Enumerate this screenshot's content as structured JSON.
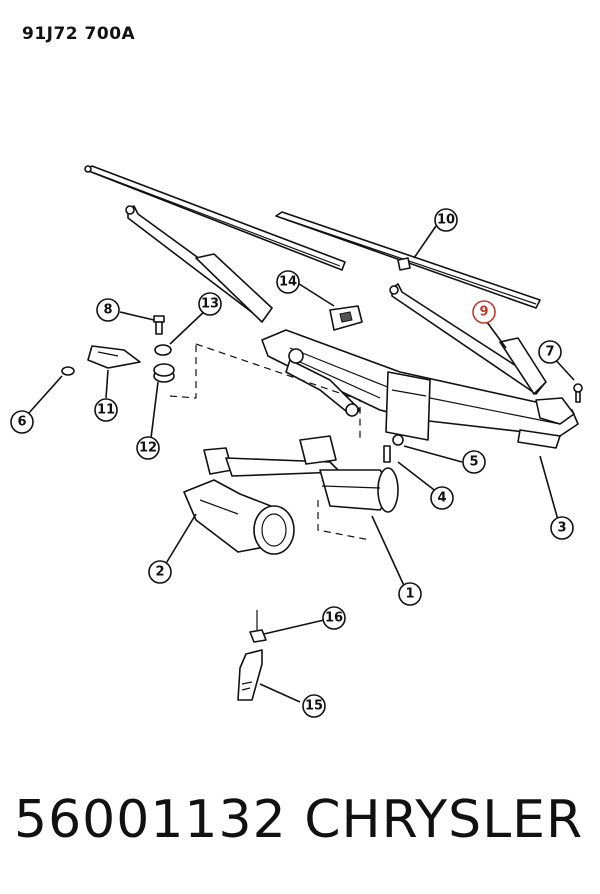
{
  "reference": "91J72  700A",
  "part_label": "56001132   CHRYSLER",
  "highlight_color": "#c0392b",
  "callouts": [
    {
      "id": "1",
      "label": "1"
    },
    {
      "id": "2",
      "label": "2"
    },
    {
      "id": "3",
      "label": "3"
    },
    {
      "id": "4",
      "label": "4"
    },
    {
      "id": "5",
      "label": "5"
    },
    {
      "id": "6",
      "label": "6"
    },
    {
      "id": "7",
      "label": "7"
    },
    {
      "id": "8",
      "label": "8"
    },
    {
      "id": "9",
      "label": "9",
      "highlighted": true
    },
    {
      "id": "10",
      "label": "10"
    },
    {
      "id": "11",
      "label": "11"
    },
    {
      "id": "12",
      "label": "12"
    },
    {
      "id": "13",
      "label": "13"
    },
    {
      "id": "14",
      "label": "14"
    },
    {
      "id": "15",
      "label": "15"
    },
    {
      "id": "16",
      "label": "16"
    }
  ]
}
